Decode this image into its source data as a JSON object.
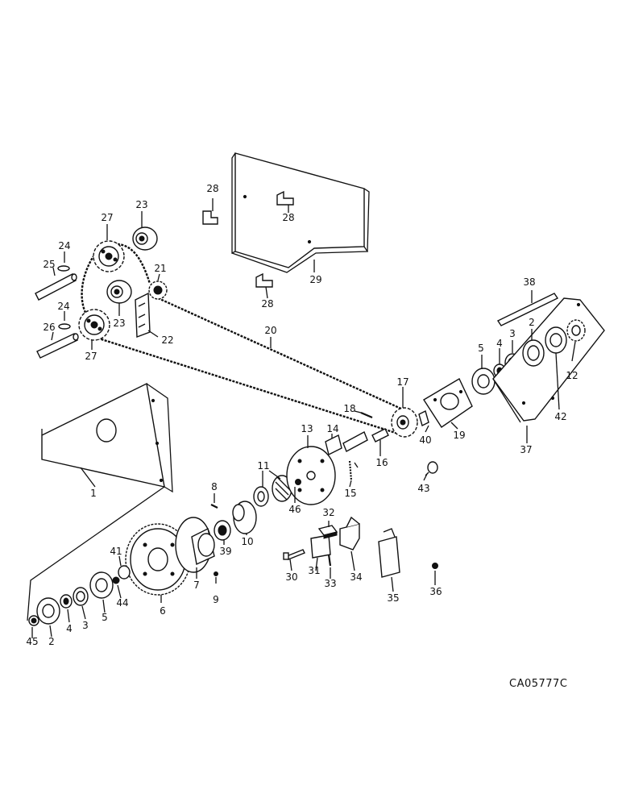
{
  "figure_code": "CA05777C",
  "callouts": [
    "1",
    "2",
    "3",
    "4",
    "5",
    "6",
    "7",
    "8",
    "9",
    "10",
    "11",
    "12",
    "13",
    "14",
    "15",
    "16",
    "17",
    "18",
    "19",
    "20",
    "21",
    "22",
    "23",
    "24",
    "25",
    "26",
    "27",
    "28",
    "29",
    "30",
    "31",
    "32",
    "33",
    "34",
    "35",
    "36",
    "37",
    "38",
    "39",
    "40",
    "41",
    "42",
    "43",
    "44",
    "45",
    "46"
  ]
}
